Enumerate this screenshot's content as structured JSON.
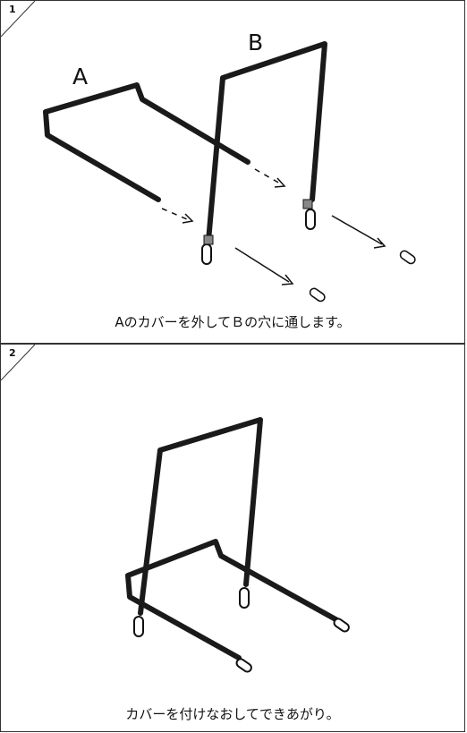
{
  "steps": [
    {
      "number": "1",
      "labels": {
        "a": "A",
        "b": "B"
      },
      "caption": "Aのカバーを外してＢの穴に通します。"
    },
    {
      "number": "2",
      "caption": "カバーを付けなおしてできあがり。"
    }
  ],
  "colors": {
    "line": "#111111",
    "wire": "#1a1a1a",
    "cap_fill": "#ffffff",
    "tab_fill": "#888888"
  }
}
